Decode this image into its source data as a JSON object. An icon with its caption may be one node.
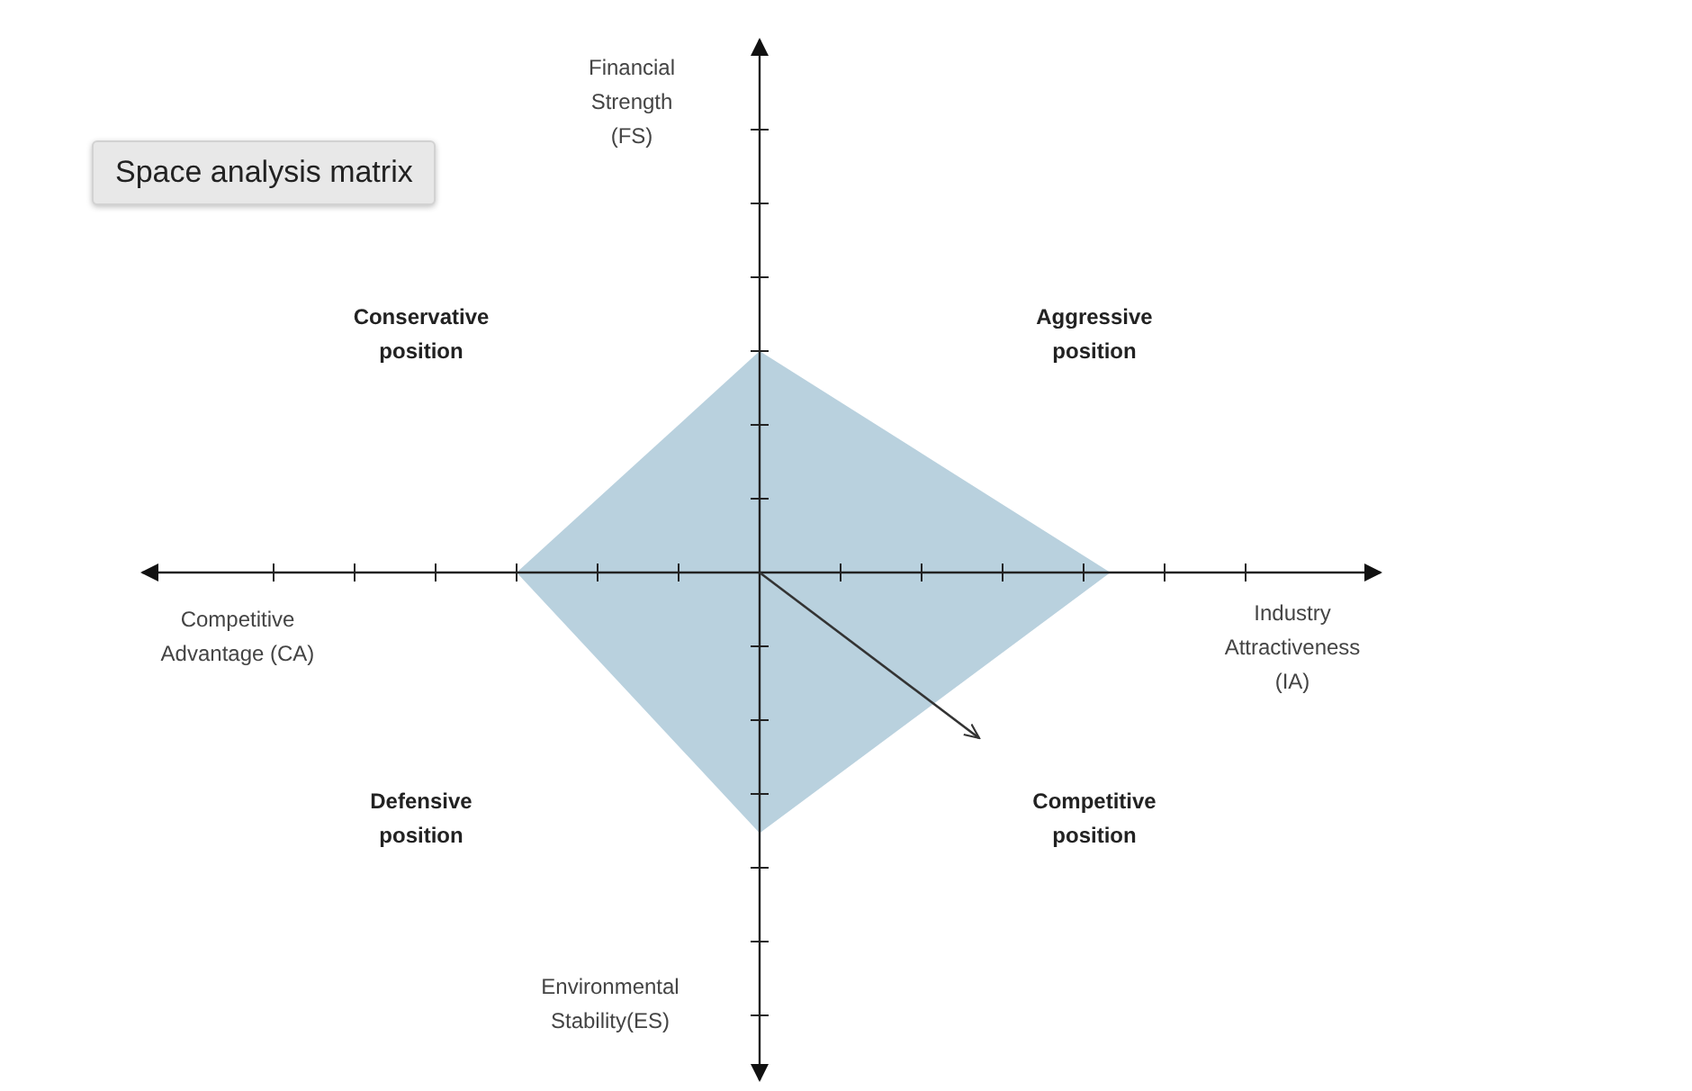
{
  "diagram": {
    "title": "Space analysis matrix",
    "labels": [
      "Financial Strength (FS)",
      "Conservative position",
      "Aggressive position",
      "Competitive Advantage (CA)",
      "Industry Attractiveness (IA)",
      "Defensive position",
      "Competitive position",
      "Environmental Stability(ES)"
    ]
  }
}
